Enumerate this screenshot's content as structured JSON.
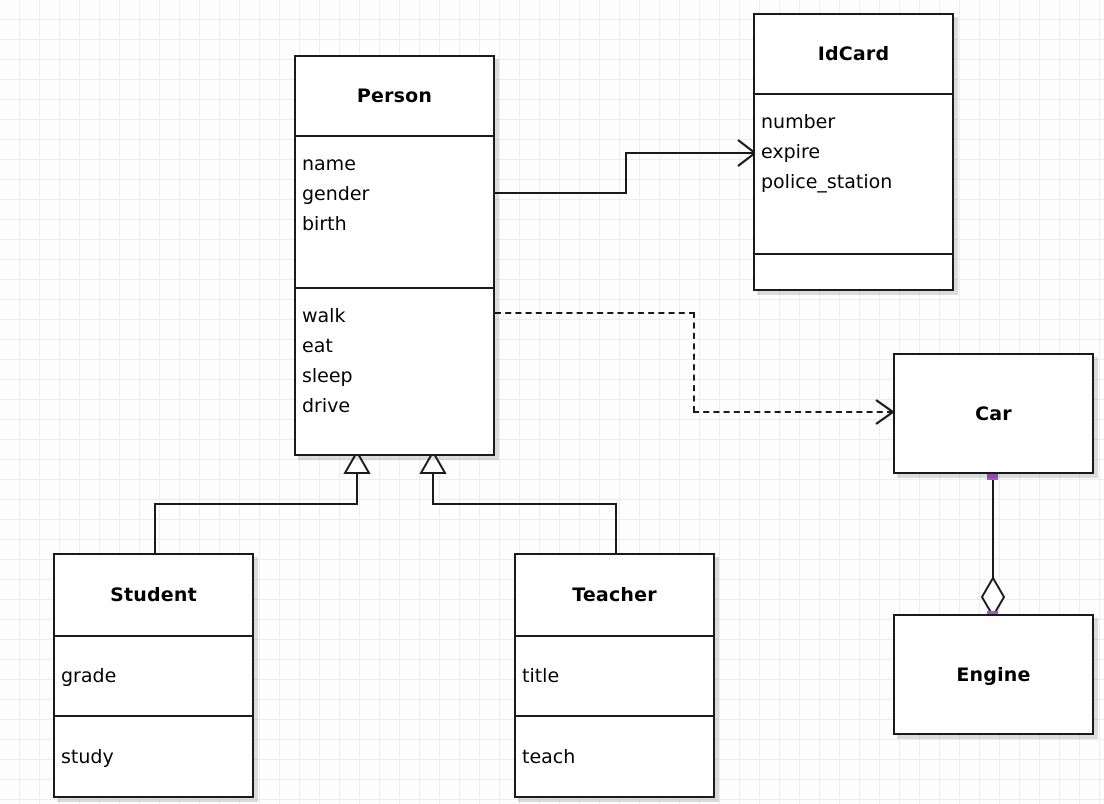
{
  "diagram": {
    "type": "uml-class-diagram",
    "background": "#fdfdfd",
    "grid_color": "#ededed",
    "line_color": "#1a1a1a",
    "handle_color": "#a657c4",
    "classes": [
      {
        "id": "person",
        "name": "Person",
        "attributes": [
          "name",
          "gender",
          "birth"
        ],
        "methods": [
          "walk",
          "eat",
          "sleep",
          "drive"
        ]
      },
      {
        "id": "idcard",
        "name": "IdCard",
        "attributes": [
          "number",
          "expire",
          "police_station"
        ],
        "methods": []
      },
      {
        "id": "student",
        "name": "Student",
        "attributes": [
          "grade"
        ],
        "methods": [
          "study"
        ]
      },
      {
        "id": "teacher",
        "name": "Teacher",
        "attributes": [
          "title"
        ],
        "methods": [
          "teach"
        ]
      },
      {
        "id": "car",
        "name": "Car",
        "attributes": [],
        "methods": []
      },
      {
        "id": "engine",
        "name": "Engine",
        "attributes": [],
        "methods": []
      }
    ],
    "relationships": [
      {
        "id": "person-idcard",
        "kind": "association",
        "style": "solid",
        "arrow": "open",
        "from": "Person",
        "to": "IdCard"
      },
      {
        "id": "person-car",
        "kind": "dependency",
        "style": "dashed",
        "arrow": "open",
        "from": "Person",
        "to": "Car"
      },
      {
        "id": "student-person",
        "kind": "generalization",
        "style": "solid",
        "arrow": "hollow-triangle",
        "from": "Student",
        "to": "Person"
      },
      {
        "id": "teacher-person",
        "kind": "generalization",
        "style": "solid",
        "arrow": "hollow-triangle",
        "from": "Teacher",
        "to": "Person"
      },
      {
        "id": "car-engine",
        "kind": "aggregation",
        "style": "solid",
        "arrow": "hollow-diamond",
        "from": "Car",
        "to": "Engine"
      }
    ]
  }
}
